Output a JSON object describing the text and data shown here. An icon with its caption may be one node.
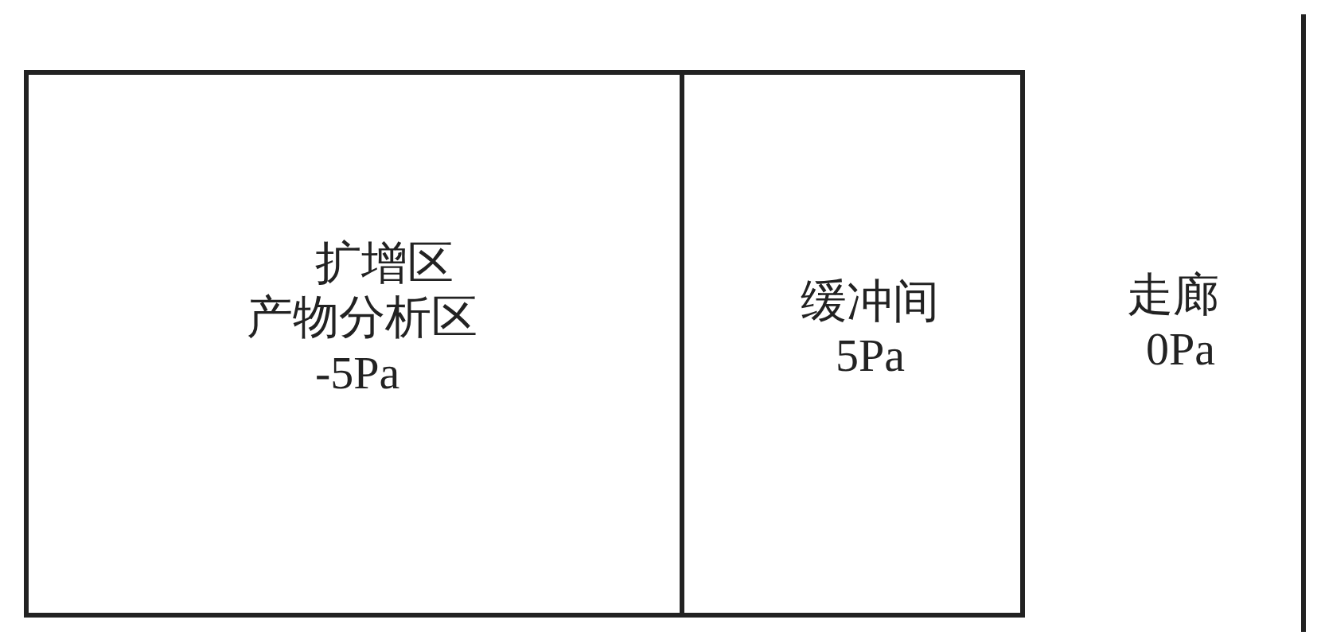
{
  "diagram": {
    "nodes": [
      {
        "text": [
          "扩增区",
          "产物分析区",
          "-5Pa"
        ]
      },
      {
        "text": [
          "缓冲间",
          "5Pa"
        ]
      }
    ],
    "labels": [
      "走廊",
      "0Pa"
    ]
  }
}
